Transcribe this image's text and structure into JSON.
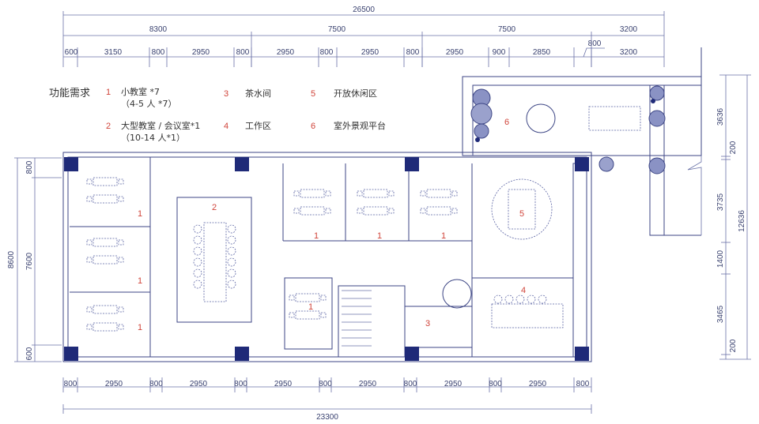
{
  "dimensions": {
    "top_total": "26500",
    "top_mid": [
      "8300",
      "7500",
      "7500",
      "3200"
    ],
    "top_detail": [
      "600",
      "3150",
      "800",
      "2950",
      "800",
      "2950",
      "800",
      "2950",
      "800",
      "2950",
      "900",
      "2850",
      "800",
      "3200"
    ],
    "bottom_detail": [
      "800",
      "2950",
      "800",
      "2950",
      "800",
      "2950",
      "800",
      "2950",
      "800",
      "2950",
      "800",
      "2950",
      "800"
    ],
    "bottom_total": "23300",
    "left_total": "8600",
    "left_detail": [
      "800",
      "7600",
      "600"
    ],
    "right_detail": [
      "3636",
      "200",
      "3735",
      "1400",
      "3465",
      "200"
    ],
    "right_total": "12636"
  },
  "legend": {
    "title": "功能需求",
    "items": [
      {
        "num": "1",
        "label": "小教室 *7",
        "sub": "（4-5 人 *7）"
      },
      {
        "num": "2",
        "label": "大型教室 / 会议室*1",
        "sub": "（10-14 人*1）"
      },
      {
        "num": "3",
        "label": "茶水间"
      },
      {
        "num": "4",
        "label": "工作区"
      },
      {
        "num": "5",
        "label": "开放休闲区"
      },
      {
        "num": "6",
        "label": "室外景观平台"
      }
    ]
  },
  "room_labels": [
    "1",
    "1",
    "1",
    "2",
    "1",
    "1",
    "1",
    "5",
    "1",
    "3",
    "4",
    "6"
  ],
  "colors": {
    "line": "#3d4685",
    "column": "#1f2a78",
    "number": "#d0443a"
  }
}
